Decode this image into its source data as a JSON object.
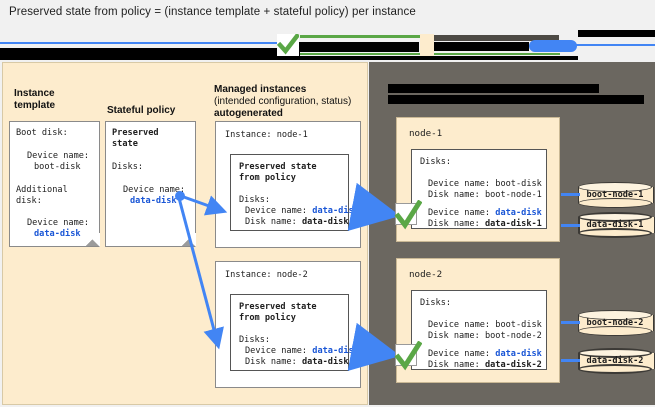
{
  "title": "Preserved state from policy = (instance template + stateful policy) per instance",
  "legend": {
    "note": "legend strip is redacted in the source screenshot",
    "check_icon": "green-check-icon",
    "redacted": true
  },
  "colors": {
    "cream_panel": "#fdeccd",
    "grey_panel": "#6b6760",
    "accent_blue": "#4285f4",
    "link_blue": "#1a56d6",
    "check_green": "#5aa746",
    "page_bg": "#f1f1f1"
  },
  "columns": {
    "instance_template": {
      "heading_line1": "Instance",
      "heading_line2": "template"
    },
    "stateful_policy": {
      "heading": "Stateful policy"
    },
    "managed_instances": {
      "heading_line1": "Managed instances",
      "heading_line2": "(intended configuration, status)",
      "heading_line3": "autogenerated"
    },
    "right_panel": {
      "heading_line1": "",
      "heading_line2": "",
      "redacted": true
    }
  },
  "instance_template_card": {
    "boot_disk_label": "Boot disk:",
    "boot_device_name_label": "Device name:",
    "boot_device_name_value": "boot-disk",
    "additional_disk_label_line1": "Additional",
    "additional_disk_label_line2": "disk:",
    "additional_device_name_label": "Device name:",
    "additional_device_name_value": "data-disk"
  },
  "stateful_policy_card": {
    "heading_line1": "Preserved",
    "heading_line2": "state",
    "disks_label": "Disks:",
    "device_name_label": "Device name:",
    "device_name_value": "data-disk"
  },
  "managed_instances": [
    {
      "instance_label": "Instance: node-1",
      "preserved_line1": "Preserved state",
      "preserved_line2": "from policy",
      "disks_label": "Disks:",
      "device_name_label": "Device name:",
      "device_name_value": "data-disk",
      "disk_name_label": "Disk name:",
      "disk_name_value": "data-disk-1"
    },
    {
      "instance_label": "Instance: node-2",
      "preserved_line1": "Preserved state",
      "preserved_line2": "from policy",
      "disks_label": "Disks:",
      "device_name_label": "Device name:",
      "device_name_value": "data-disk",
      "disk_name_label": "Disk name:",
      "disk_name_value": "data-disk-2"
    }
  ],
  "nodes": [
    {
      "name": "node-1",
      "disks_label": "Disks:",
      "boot_device_name_label": "Device name:",
      "boot_device_name_value": "boot-disk",
      "boot_disk_name_label": "Disk name:",
      "boot_disk_name_value": "boot-node-1",
      "data_device_name_label": "Device name:",
      "data_device_name_value": "data-disk",
      "data_disk_name_label": "Disk name:",
      "data_disk_name_value": "data-disk-1",
      "boot_cylinder_label": "boot-node-1",
      "data_cylinder_label": "data-disk-1",
      "check_icon": "green-check-icon"
    },
    {
      "name": "node-2",
      "disks_label": "Disks:",
      "boot_device_name_label": "Device name:",
      "boot_device_name_value": "boot-disk",
      "boot_disk_name_label": "Disk name:",
      "boot_disk_name_value": "boot-node-2",
      "data_device_name_label": "Device name:",
      "data_device_name_value": "data-disk",
      "data_disk_name_label": "Disk name:",
      "data_disk_name_value": "data-disk-2",
      "boot_cylinder_label": "boot-node-2",
      "data_cylinder_label": "data-disk-2",
      "check_icon": "green-check-icon"
    }
  ]
}
